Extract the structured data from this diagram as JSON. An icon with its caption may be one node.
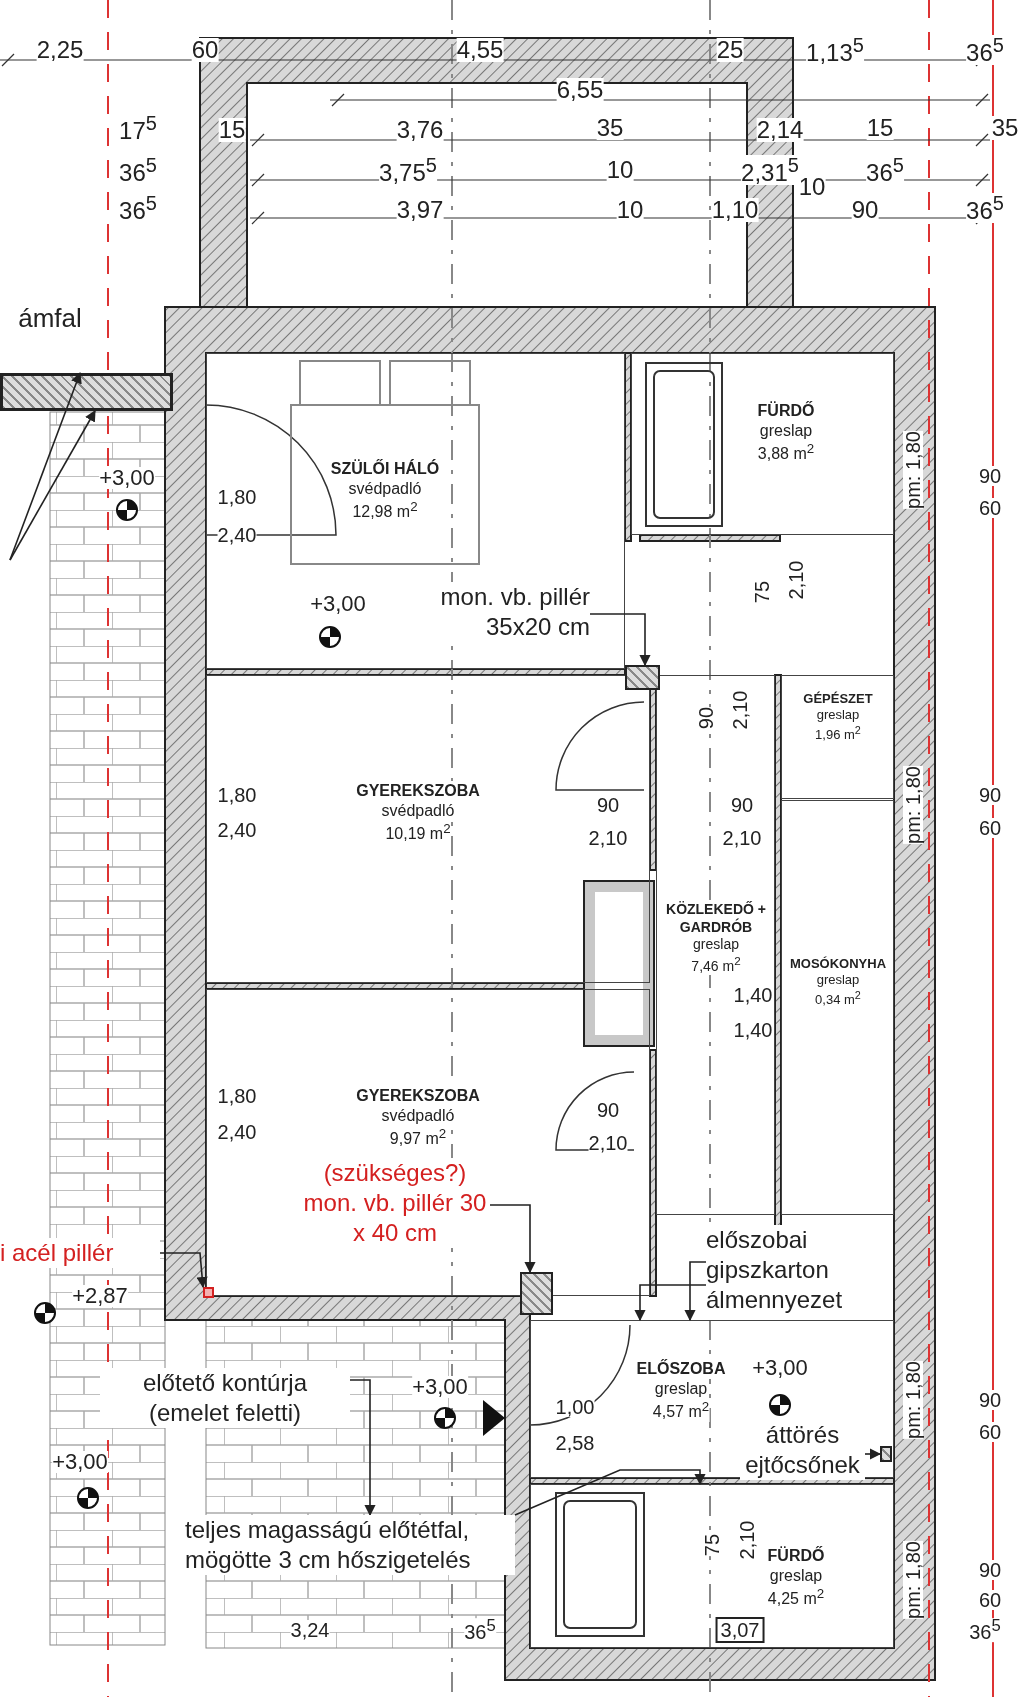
{
  "diagram": {
    "nodes": [
      {
        "text": [
          "SZÜLŐI HÁLÓ",
          "svédpadló",
          "12,98 m$^{2}$"
        ]
      },
      {
        "text": [
          "FÜRDŐ",
          "greslap",
          "3,88 m$^{2}$"
        ]
      },
      {
        "text": [
          "GÉPÉSZET",
          "greslap",
          "1,96 m$^{2}$"
        ]
      },
      {
        "text": [
          "GYEREKSZOBA",
          "svédpadló",
          "10,19 m$^{2}$"
        ]
      },
      {
        "text": [
          "KÖZLEKEDŐ + GARDRÓB",
          "greslap",
          "7,46 m$^{2}$"
        ]
      },
      {
        "text": [
          "MOSÓKONYHA",
          "greslap",
          "0,34 m$^{2}$"
        ]
      },
      {
        "text": [
          "GYEREKSZOBA",
          "svédpadló",
          "9,97 m$^{2}$"
        ]
      },
      {
        "text": [
          "ELŐSZOBA",
          "greslap",
          "4,57 m$^{2}$"
        ]
      },
      {
        "text": [
          "FÜRDŐ",
          "greslap",
          "4,25 m$^{2}$"
        ]
      },
      {
        "text": [
          "mon. vb. pillér 35x20 cm"
        ],
        "in": 0
      },
      {
        "text": [],
        "shape": "box"
      },
      {
        "text": [
          "(szükséges?) mon. vb. pillér 30 x 40 cm"
        ],
        "in": 6
      },
      {
        "text": [],
        "shape": "box"
      },
      {
        "text": [
          "i acél pillér"
        ]
      },
      {
        "text": [],
        "shape": "box"
      },
      {
        "text": [
          "előszobai gipszkarton álmennyezet"
        ]
      },
      {
        "text": [
          "áttörés ejtőcsőnek"
        ],
        "in": 7
      },
      {
        "text": [
          "előtető kontúrja (emelet feletti)"
        ]
      },
      {
        "text": [
          "teljes magasságú előtétfal, mögötte 3 cm hőszigetelés"
        ]
      },
      {
        "text": [],
        "shape": "bar"
      },
      {
        "text": [],
        "shape": "box"
      },
      {
        "text": [],
        "shape": "box",
        "in": 7
      }
    ],
    "edges": [
      {
        "from": 9,
        "to": 10,
        "arrow": "to"
      },
      {
        "from": 11,
        "to": 12,
        "arrow": "to"
      },
      {
        "from": 13,
        "to": 14,
        "arrow": "to"
      },
      {
        "from": 15,
        "to": 7,
        "arrow": "to"
      },
      {
        "from": 15,
        "to": 7,
        "arrow": "to"
      },
      {
        "from": 16,
        "to": 21,
        "arrow": "to"
      },
      {
        "from": 17,
        "to": 18,
        "arrow": "to"
      },
      {
        "from": 18,
        "to": 8,
        "arrow": "to"
      },
      {
        "from": null,
        "to": 19,
        "arrow": "to"
      },
      {
        "from": null,
        "to": 19,
        "arrow": "to"
      }
    ],
    "labels": [
      "2,25",
      "60",
      "4,55",
      "25",
      "1,13$^{5}$",
      "36$^{5}$",
      "6,55",
      "17$^{5}$",
      "15",
      "3,76",
      "35",
      "2,14",
      "15",
      "35",
      "36$^{5}$",
      "3,75$^{5}$",
      "10",
      "2,31$^{5}$",
      "10",
      "36$^{5}$",
      "36$^{5}$",
      "3,97",
      "10",
      "1,10",
      "90",
      "36$^{5}$",
      "ámfal",
      "+3,00",
      "1,80",
      "2,40",
      "+3,00",
      "75",
      "2,10",
      "pm: 1,80",
      "90",
      "60",
      "90",
      "2,10",
      "1,80",
      "2,40",
      "90",
      "2,10",
      "90",
      "2,10",
      "pm: 1,80",
      "90",
      "60",
      "1,40",
      "1,40",
      "1,80",
      "2,40",
      "90",
      "2,10",
      "+2,87",
      "+3,00",
      "1,00",
      "2,58",
      "+3,00",
      "pm: 1,80",
      "90",
      "60",
      "+3,00",
      "75",
      "2,10",
      "pm: 1,80",
      "90",
      "60",
      "3,24",
      "36$^{5}$",
      "3,07",
      "36$^{5}$"
    ]
  }
}
